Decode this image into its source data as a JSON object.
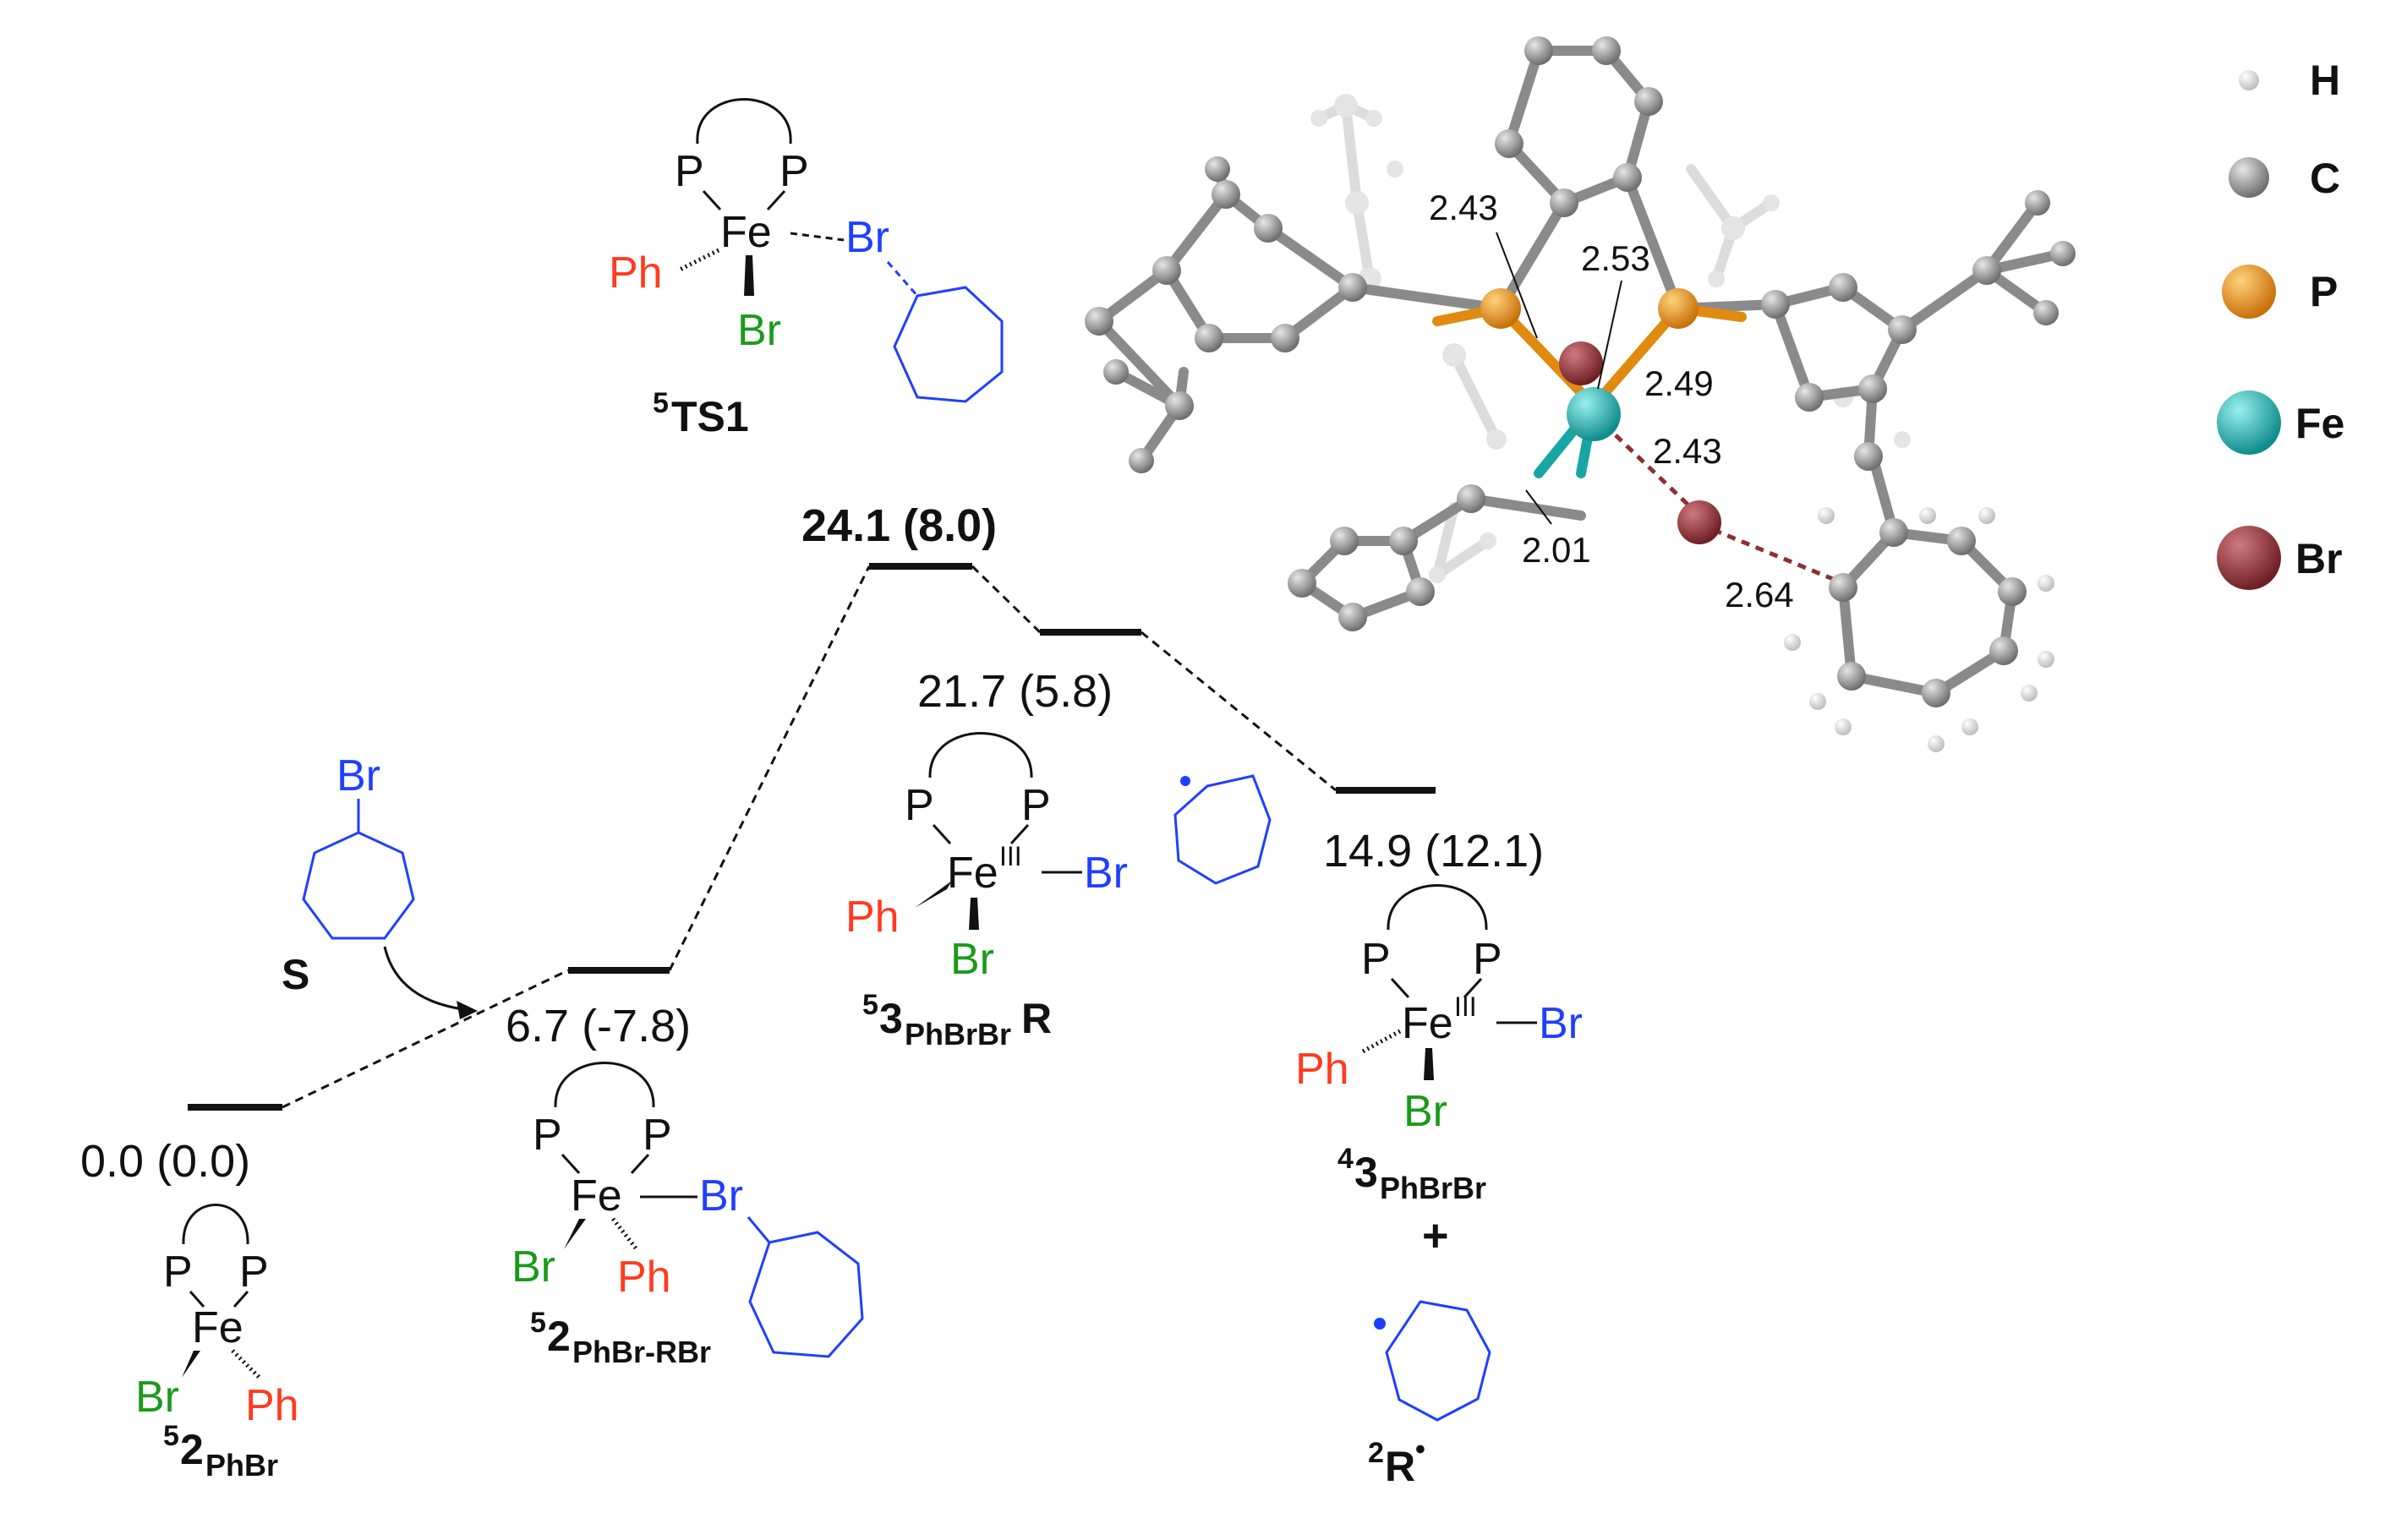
{
  "colors": {
    "phenyl": "#ff3b1f",
    "bromide_on_fe": "#1a9a1a",
    "substrate": "#1f3fff",
    "text": "#111111",
    "carbon": "#8a8a8a",
    "hydrogen": "#d8d8d8",
    "phosphorus": "#e08a10",
    "iron": "#1aa5a5",
    "bromine": "#8e2f34"
  },
  "atoms": {
    "P": "P",
    "Fe": "Fe",
    "Br": "Br",
    "Ph": "Ph",
    "Fe_oxidation": "III",
    "plus": "+"
  },
  "species": {
    "s0": {
      "name": "2",
      "sup": "5",
      "sub": "PhBr",
      "energy": "0.0 (0.0)"
    },
    "s1": {
      "name": "2",
      "sup": "5",
      "sub": "PhBr-RBr",
      "energy": "6.7 (-7.8)"
    },
    "ts": {
      "name": "TS1",
      "sup": "5",
      "energy": "24.1 (8.0)"
    },
    "s3": {
      "name": "3",
      "sup": "5",
      "sub": "PhBrBr",
      "suffix": "R",
      "energy": "21.7 (5.8)"
    },
    "s4": {
      "name": "3",
      "sup": "4",
      "sub": "PhBrBr",
      "energy": "14.9 (12.1)"
    },
    "radical": {
      "name": "R",
      "sup": "2",
      "dot": "•"
    },
    "substrate": {
      "name": "S"
    }
  },
  "ts_distances": [
    "2.43",
    "2.53",
    "2.49",
    "2.43",
    "2.01",
    "2.64"
  ],
  "legend": [
    {
      "label": "H",
      "color": "#d8d8d8",
      "icon": "hydrogen-sphere"
    },
    {
      "label": "C",
      "color": "#8a8a8a",
      "icon": "carbon-sphere"
    },
    {
      "label": "P",
      "color": "#e08a10",
      "icon": "phosphorus-sphere"
    },
    {
      "label": "Fe",
      "color": "#1aa5a5",
      "icon": "iron-sphere"
    },
    {
      "label": "Br",
      "color": "#8e2f34",
      "icon": "bromine-sphere"
    }
  ]
}
